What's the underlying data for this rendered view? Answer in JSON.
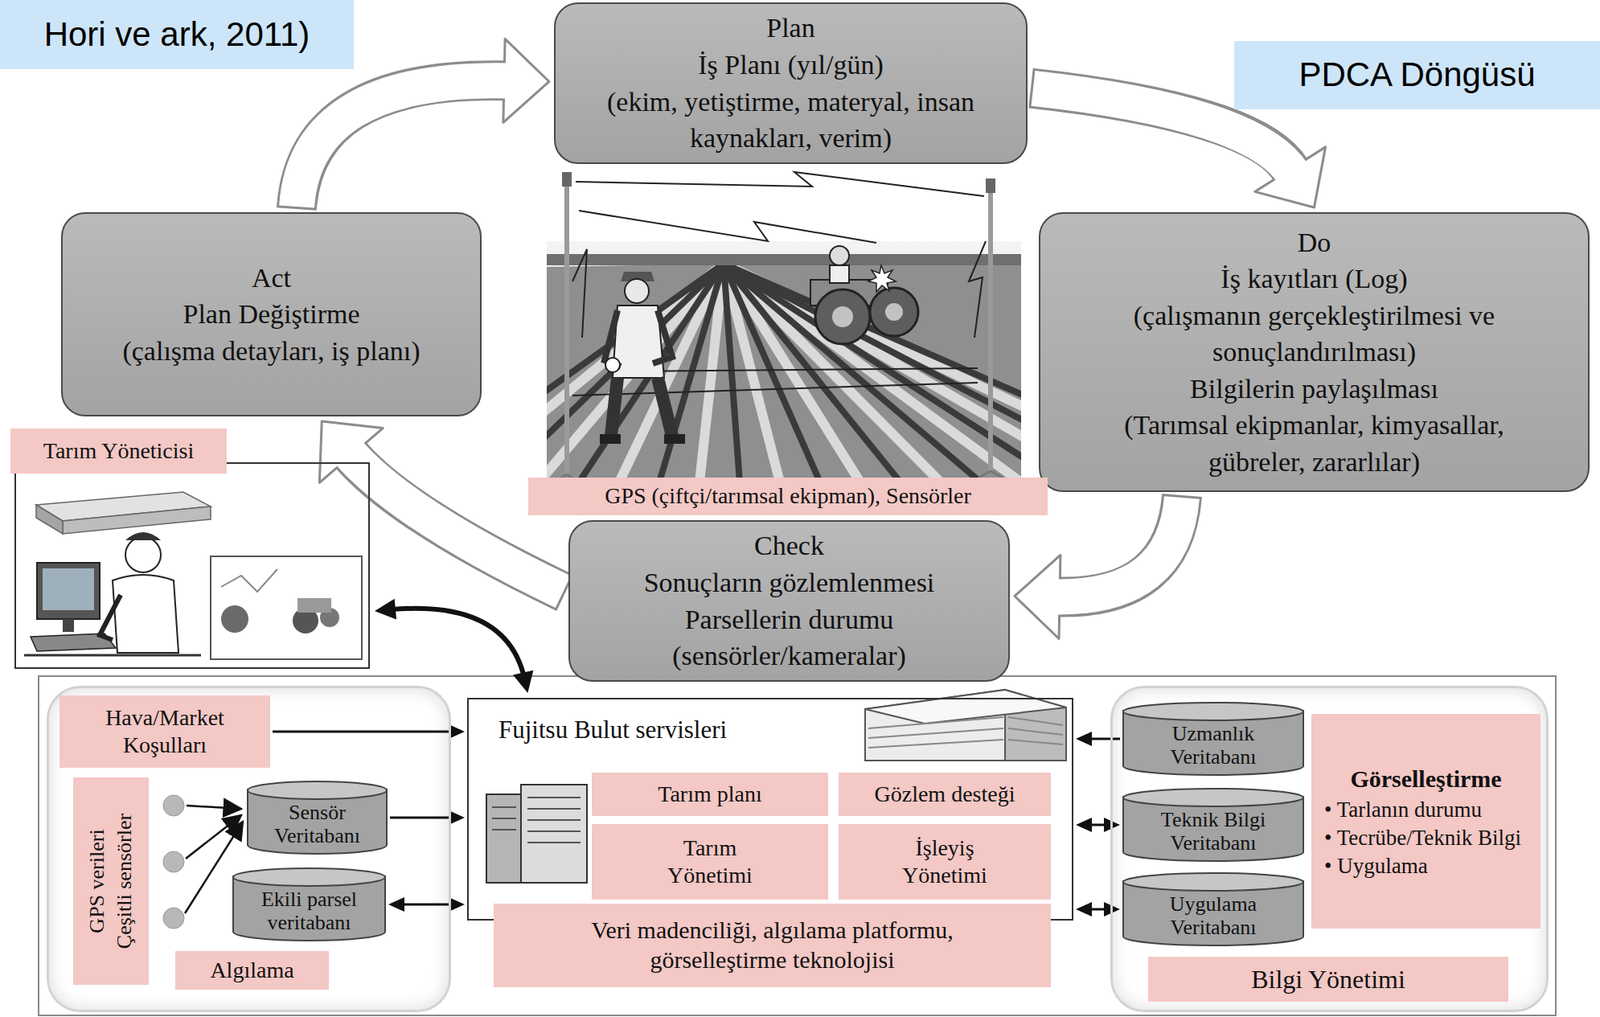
{
  "diagram": {
    "nodes": [
      {
        "text": [
          "Hori ve ark, 2011)"
        ]
      },
      {
        "text": [
          "PDCA Döngüsü"
        ]
      },
      {
        "text": [
          "Plan",
          "İş Planı (yıl/gün)",
          "(ekim, yetiştirme, materyal, insan kaynakları, verim)"
        ]
      },
      {
        "text": [
          "Act",
          "Plan Değiştirme",
          "(çalışma detayları, iş planı)"
        ]
      },
      {
        "text": [
          "Do",
          "İş kayıtları (Log)",
          "(çalışmanın gerçekleştirilmesi ve sonuçlandırılması)",
          "Bilgilerin paylaşılması",
          "(Tarımsal ekipmanlar, kimyasallar, gübreler, zararlılar)"
        ]
      },
      {
        "text": [
          "Tarım Yöneticisi"
        ]
      },
      {
        "text": [
          "GPS (çiftçi/tarımsal ekipman), Sensörler"
        ]
      },
      {
        "text": [
          "Check",
          "Sonuçların gözlemlenmesi",
          "Parsellerin durumu",
          "(sensörler/kameralar)"
        ]
      },
      {
        "text": [
          "Algılama"
        ]
      },
      {
        "text": [
          "Hava/Market Koşulları"
        ],
        "in": 8
      },
      {
        "text": [
          "GPS verileri",
          "Çeşitli sensörler"
        ],
        "in": 8
      },
      {
        "text": [
          "Sensör Veritabanı"
        ],
        "in": 8
      },
      {
        "text": [
          "Ekili parsel veritabanı"
        ],
        "in": 8
      },
      {
        "text": [
          "Fujitsu Bulut servisleri"
        ]
      },
      {
        "text": [
          "Tarım planı"
        ],
        "in": 13
      },
      {
        "text": [
          "Gözlem desteği"
        ],
        "in": 13
      },
      {
        "text": [
          "Tarım Yönetimi"
        ],
        "in": 13
      },
      {
        "text": [
          "İşleyiş Yönetimi"
        ],
        "in": 13
      },
      {
        "text": [
          "Veri madenciliği, algılama platformu, görselleştirme teknolojisi"
        ]
      },
      {
        "text": [
          "Bilgi Yönetimi"
        ]
      },
      {
        "text": [
          "Uzmanlık Veritabanı"
        ],
        "in": 19
      },
      {
        "text": [
          "Teknik Bilgi Veritabanı"
        ],
        "in": 19
      },
      {
        "text": [
          "Uygulama Veritabanı"
        ],
        "in": 19
      },
      {
        "text": [
          "Görselleştirme",
          "• Tarlanın durumu",
          "• Tecrübe/Teknik Bilgi",
          "• Uygulama"
        ],
        "in": 19
      }
    ],
    "edges": [
      {
        "from": 2,
        "to": 4,
        "arrow": "to"
      },
      {
        "from": 4,
        "to": 7,
        "arrow": "to"
      },
      {
        "from": 7,
        "to": 3,
        "arrow": "to"
      },
      {
        "from": 3,
        "to": 2,
        "arrow": "to"
      },
      {
        "from": 5,
        "to": 13,
        "arrow": "both"
      },
      {
        "from": 9,
        "to": 13,
        "arrow": "to"
      },
      {
        "from": 11,
        "to": 13,
        "arrow": "to"
      },
      {
        "from": 12,
        "to": 13,
        "arrow": "both"
      },
      {
        "from": 20,
        "to": 13,
        "arrow": "to"
      },
      {
        "from": 21,
        "to": 13,
        "arrow": "both"
      },
      {
        "from": 22,
        "to": 13,
        "arrow": "both"
      }
    ]
  }
}
